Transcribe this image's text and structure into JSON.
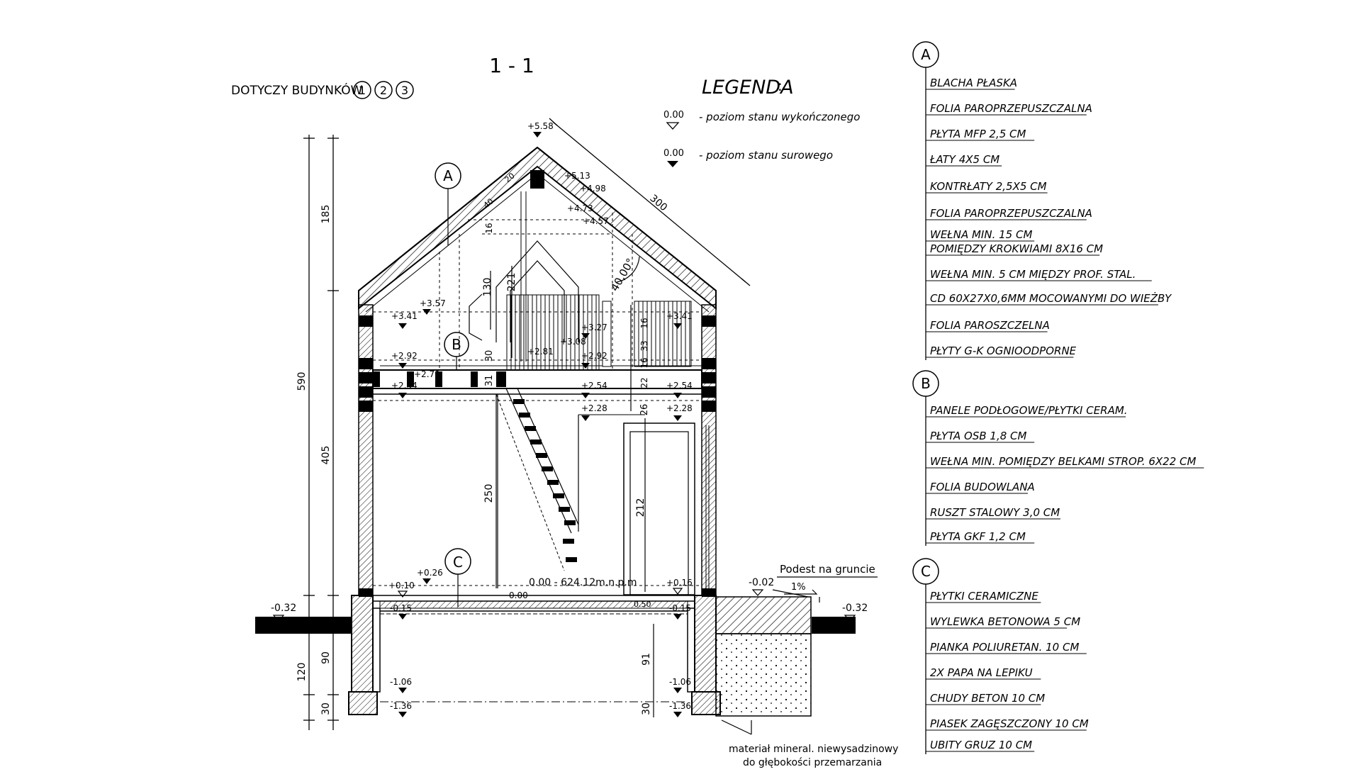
{
  "section_title": "1 - 1",
  "applies_to": {
    "label": "DOTYCZY BUDYNKÓW",
    "numbers": [
      "1",
      "2",
      "3"
    ]
  },
  "legend": {
    "title": "LEGENDA",
    "items": [
      {
        "value": "0.00",
        "text": "- poziom stanu wykończonego"
      },
      {
        "value": "0.00",
        "text": "- poziom stanu surowego"
      }
    ]
  },
  "layers": [
    {
      "id": "A",
      "items": [
        "BLACHA PŁASKA",
        "FOLIA PAROPRZEPUSZCZALNA",
        "PŁYTA MFP 2,5 CM",
        "ŁATY 4X5 CM",
        "KONTRŁATY 2,5X5 CM",
        "FOLIA PAROPRZEPUSZCZALNA",
        "WEŁNA MIN. 15 CM",
        "POMIĘDZY KROKWIAMI 8X16 CM",
        "WEŁNA MIN. 5 CM MIĘDZY PROF. STAL.",
        "CD 60X27X0,6MM MOCOWANYMI DO WIEŻBY",
        "FOLIA PAROSZCZELNA",
        "PŁYTY G-K OGNIOODPORNE"
      ]
    },
    {
      "id": "B",
      "items": [
        "PANELE PODŁOGOWE/PŁYTKI CERAM.",
        "PŁYTA OSB 1,8 CM",
        "WEŁNA MIN. POMIĘDZY BELKAMI STROP. 6X22 CM",
        "FOLIA BUDOWLANA",
        "RUSZT STALOWY 3,0 CM",
        "PŁYTA GKF 1,2 CM"
      ]
    },
    {
      "id": "C",
      "items": [
        "PŁYTKI CERAMICZNE",
        "WYLEWKA BETONOWA 5 CM",
        "PIANKA POLIURETAN. 10 CM",
        "2X PAPA NA LEPIKU",
        "CHUDY BETON 10 CM",
        "PIASEK ZAGĘSZCZONY 10 CM",
        "UBITY GRUZ 10 CM"
      ]
    }
  ],
  "dimensions": {
    "d185": "185",
    "d590": "590",
    "d405": "405",
    "d120": "120",
    "d90": "90",
    "d30": "30",
    "d300": "300",
    "d250": "250",
    "d212": "212",
    "d221": "221",
    "d130": "130",
    "d91": "91",
    "d30b": "30",
    "d16a": "16",
    "d16b": "16",
    "d33": "33",
    "d22": "22",
    "d26": "26",
    "d31": "31",
    "d30c": "30",
    "d16c": "16",
    "angle": "40,00°",
    "small_20": "20",
    "small_40": "40"
  },
  "levels": {
    "ridge": "+5.58",
    "l513": "+5.13",
    "l498": "+4.98",
    "l473": "+4.73",
    "l457": "+4.57",
    "l357": "+3.57",
    "l341a": "+3.41",
    "l341b": "+3.41",
    "l327": "+3.27",
    "l308": "+3.08",
    "l292a": "+2.92",
    "l292b": "+2.92",
    "l281": "+2.81",
    "l270": "+2.70",
    "l254a": "+2.54",
    "l254b": "+2.54",
    "l254c": "+2.54",
    "l228a": "+2.28",
    "l228b": "+2.28",
    "l026": "+0.26",
    "l010": "+0.10",
    "l016": "+0.16",
    "zero": "0.00 - 624.12m.n.p.m",
    "zero2": "0.00",
    "m015a": "-0.15",
    "m015b": "-0.15",
    "m002": "-0.02",
    "m032a": "-0.32",
    "m032b": "-0.32",
    "m106a": "-1.06",
    "m106b": "-1.06",
    "m136a": "-1.36",
    "m136b": "-1.36",
    "sub_c": "0.50"
  },
  "callouts": {
    "a": "A",
    "b": "B",
    "c": "C"
  },
  "podest": {
    "label": "Podest na gruncie",
    "slope": "1%"
  },
  "note": {
    "line1": "materiał mineral. niewysadzinowy",
    "line2": "do głębokości przemarzania"
  }
}
